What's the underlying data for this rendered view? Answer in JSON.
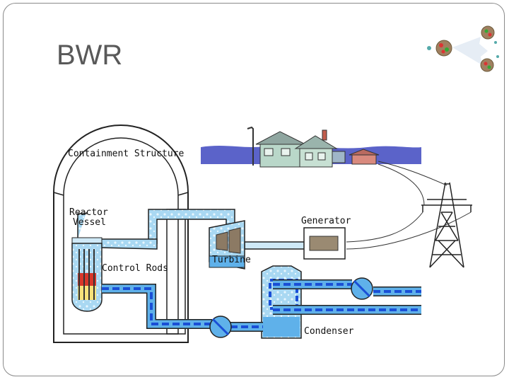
{
  "slide": {
    "title": "BWR"
  },
  "diagram": {
    "labels": {
      "containment": "Containment Structure",
      "reactor_line1": "Reactor",
      "reactor_line2": "Vessel",
      "control_rods": "Control Rods",
      "generator": "Generator",
      "turbine": "Turbine",
      "condenser": "Condenser"
    },
    "colors": {
      "steam": "#a9d8f2",
      "water": "#1a4fd6",
      "water_light": "#5fb1ea",
      "core_red": "#d8372a",
      "core_yellow": "#f7e27a",
      "hills": "#5b63c9",
      "outline": "#2a2a2a"
    },
    "icons": [
      "atom-splitting-icon",
      "house-icon",
      "power-pylon-icon",
      "pump-icon"
    ]
  }
}
